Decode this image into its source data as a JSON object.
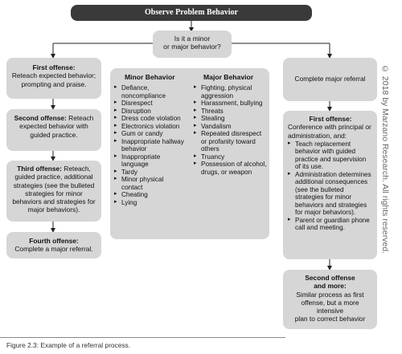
{
  "title": "Observe Problem Behavior",
  "decision": "Is it a minor\nor major behavior?",
  "left_steps": [
    {
      "label": "First offense:",
      "text": "Reteach expected behavior;\nprompting and praise."
    },
    {
      "label": "Second offense:",
      "text": " Reteach\nexpected behavior with\nguided practice."
    },
    {
      "label": "Third offense:",
      "text": " Reteach,\nguided practice, additional\nstrategies (see the bulleted\nstrategies for minor\nbehaviors and strategies for\nmajor behaviors)."
    },
    {
      "label": "Fourth offense:",
      "text": "Complete a major referral."
    }
  ],
  "minor": {
    "title": "Minor Behavior",
    "items": [
      "Defiance,\nnoncompliance",
      "Disrespect",
      "Disruption",
      "Dress code violation",
      "Electronics violation",
      "Gum or candy",
      "Inappropriate hallway\nbehavior",
      "Inappropriate\nlanguage",
      "Tardy",
      "Minor physical\ncontact",
      "Cheating",
      "Lying"
    ]
  },
  "major": {
    "title": "Major Behavior",
    "items": [
      "Fighting, physical\naggression",
      "Harassment, bullying",
      "Threats",
      "Stealing",
      "Vandalism",
      "Repeated disrespect\nor profanity toward\nothers",
      "Truancy",
      "Possession of alcohol,\ndrugs, or weapon"
    ]
  },
  "right": {
    "referral": "Complete major referral",
    "first_label": "First offense:",
    "first_intro": "Conference with principal or\nadministration, and:",
    "first_items": [
      "Teach replacement\nbehavior with guided\npractice and supervision\nof its use.",
      "Administration determines\nadditional consequences\n(see the bulleted\nstrategies for minor\nbehaviors and strategies\nfor major behaviors).",
      "Parent or guardian phone\ncall and meeting."
    ],
    "second_label": "Second offense\nand more:",
    "second_text": "Similar process as first\noffense, but a more intensive\nplan to correct behavior"
  },
  "copyright": "© 2018 by Marzano Research. All rights reserved.",
  "caption": "Figure 2.3: Example of a referral process."
}
